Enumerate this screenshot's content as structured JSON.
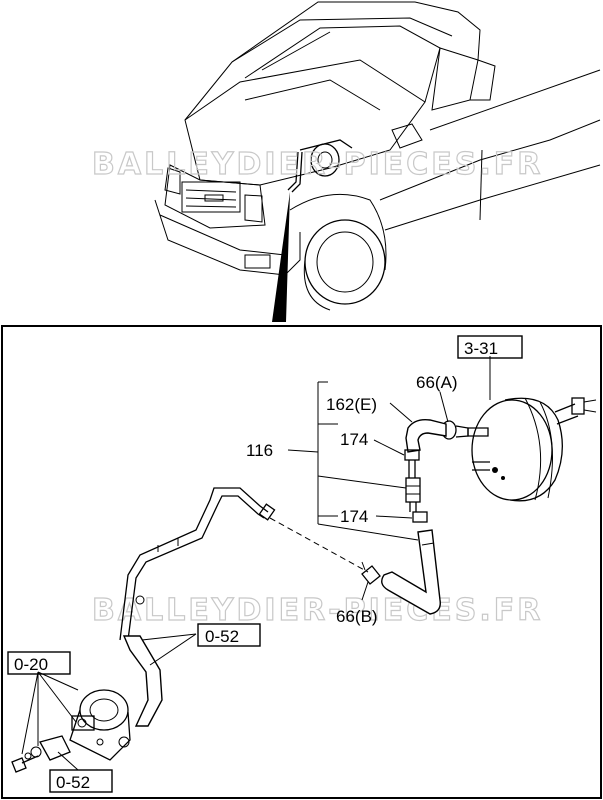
{
  "watermark": "BALLEYDIER-PIECES.FR",
  "labels": {
    "ref_3_31": "3-31",
    "part_66a": "66(A)",
    "part_162e": "162(E)",
    "part_174_top": "174",
    "part_116": "116",
    "part_174_bottom": "174",
    "part_66b": "66(B)",
    "ref_0_52_mid": "0-52",
    "ref_0_20": "0-20",
    "ref_0_52_bottom": "0-52"
  }
}
